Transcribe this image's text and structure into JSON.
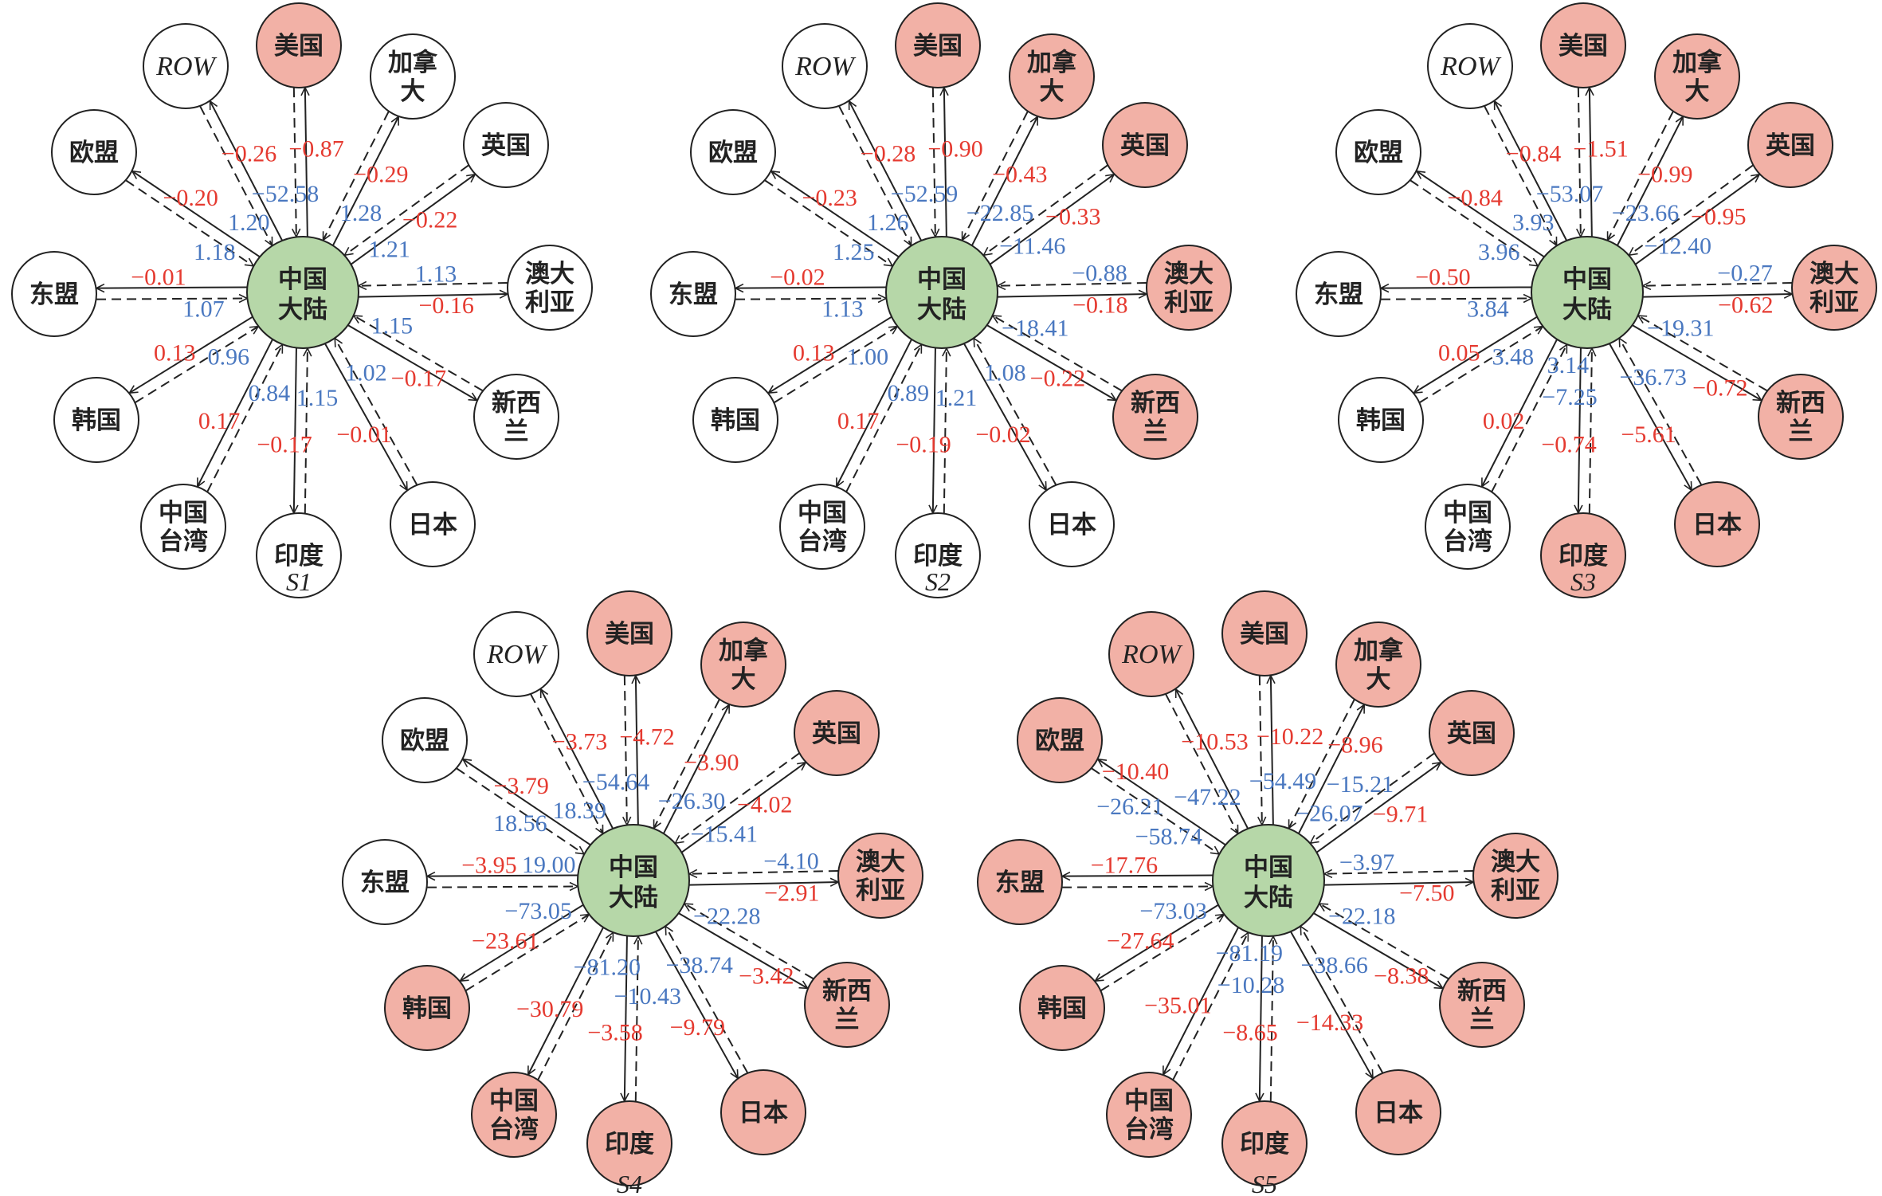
{
  "colors": {
    "highlight": "#F2B1A6",
    "center": "#B6D7A8",
    "plain": "#FFFFFF",
    "outflow_text": "#E53A30",
    "inflow_text": "#4A78C0",
    "line": "#222222"
  },
  "center_label": [
    "中国",
    "大陆"
  ],
  "partners": [
    {
      "key": "row",
      "label": [
        "ROW"
      ]
    },
    {
      "key": "usa",
      "label": [
        "美国"
      ]
    },
    {
      "key": "canada",
      "label": [
        "加拿",
        "大"
      ]
    },
    {
      "key": "uk",
      "label": [
        "英国"
      ]
    },
    {
      "key": "australia",
      "label": [
        "澳大",
        "利亚"
      ]
    },
    {
      "key": "new-zealand",
      "label": [
        "新西",
        "兰"
      ]
    },
    {
      "key": "japan",
      "label": [
        "日本"
      ]
    },
    {
      "key": "india",
      "label": [
        "印度"
      ]
    },
    {
      "key": "taiwan",
      "label": [
        "中国",
        "台湾"
      ]
    },
    {
      "key": "korea",
      "label": [
        "韩国"
      ]
    },
    {
      "key": "asean",
      "label": [
        "东盟"
      ]
    },
    {
      "key": "eu",
      "label": [
        "欧盟"
      ]
    }
  ],
  "scenarios": [
    {
      "name": "S1",
      "highlighted": [
        false,
        true,
        false,
        false,
        false,
        false,
        false,
        false,
        false,
        false,
        false,
        false
      ],
      "outflow": [
        "−0.26",
        "−0.87",
        "−0.29",
        "−0.22",
        "−0.16",
        "−0.17",
        "−0.01",
        "−0.17",
        "0.17",
        "0.13",
        "−0.01",
        "−0.20"
      ],
      "inflow": [
        "1.20",
        "−52.58",
        "1.28",
        "1.21",
        "1.13",
        "1.15",
        "1.02",
        "1.15",
        "0.84",
        "0.96",
        "1.07",
        "1.18"
      ]
    },
    {
      "name": "S2",
      "highlighted": [
        false,
        true,
        true,
        true,
        true,
        true,
        false,
        false,
        false,
        false,
        false,
        false
      ],
      "outflow": [
        "−0.28",
        "−0.90",
        "−0.43",
        "−0.33",
        "−0.18",
        "−0.22",
        "−0.02",
        "−0.19",
        "0.17",
        "0.13",
        "−0.02",
        "−0.23"
      ],
      "inflow": [
        "1.26",
        "−52.59",
        "−22.85",
        "−11.46",
        "−0.88",
        "−18.41",
        "1.08",
        "1.21",
        "0.89",
        "1.00",
        "1.13",
        "1.25"
      ]
    },
    {
      "name": "S3",
      "highlighted": [
        false,
        true,
        true,
        true,
        true,
        true,
        true,
        true,
        false,
        false,
        false,
        false
      ],
      "outflow": [
        "−0.84",
        "−1.51",
        "−0.99",
        "−0.95",
        "−0.62",
        "−0.72",
        "−5.61",
        "−0.74",
        "0.02",
        "0.05",
        "−0.50",
        "−0.84"
      ],
      "inflow": [
        "3.93",
        "−53.07",
        "−23.66",
        "−12.40",
        "−0.27",
        "−19.31",
        "−36.73",
        "−7.25",
        "3.14",
        "3.48",
        "3.84",
        "3.96"
      ]
    },
    {
      "name": "S4",
      "highlighted": [
        false,
        true,
        true,
        true,
        true,
        true,
        true,
        true,
        true,
        true,
        false,
        false
      ],
      "outflow": [
        "−3.73",
        "−4.72",
        "−3.90",
        "−4.02",
        "−2.91",
        "−3.42",
        "−9.79",
        "−3.58",
        "−30.79",
        "−23.61",
        "−3.95",
        "−3.79"
      ],
      "inflow": [
        "18.39",
        "−54.64",
        "−26.30",
        "−15.41",
        "−4.10",
        "−22.28",
        "−38.74",
        "−10.43",
        "−81.20",
        "−73.05",
        "19.00",
        "18.56"
      ]
    },
    {
      "name": "S5",
      "highlighted": [
        true,
        true,
        true,
        true,
        true,
        true,
        true,
        true,
        true,
        true,
        true,
        true
      ],
      "outflow": [
        "−10.53",
        "−10.22",
        "−8.96",
        "−9.71",
        "−7.50",
        "−8.38",
        "−14.33",
        "−8.65",
        "−35.01",
        "−27.64",
        "−17.76",
        "−10.40"
      ],
      "inflow": [
        "−47.22",
        "−54.49",
        "−26.07",
        "−15.21",
        "−3.97",
        "−22.18",
        "−38.66",
        "−10.28",
        "−81.19",
        "−73.03",
        "−58.74",
        "−26.21"
      ]
    }
  ]
}
